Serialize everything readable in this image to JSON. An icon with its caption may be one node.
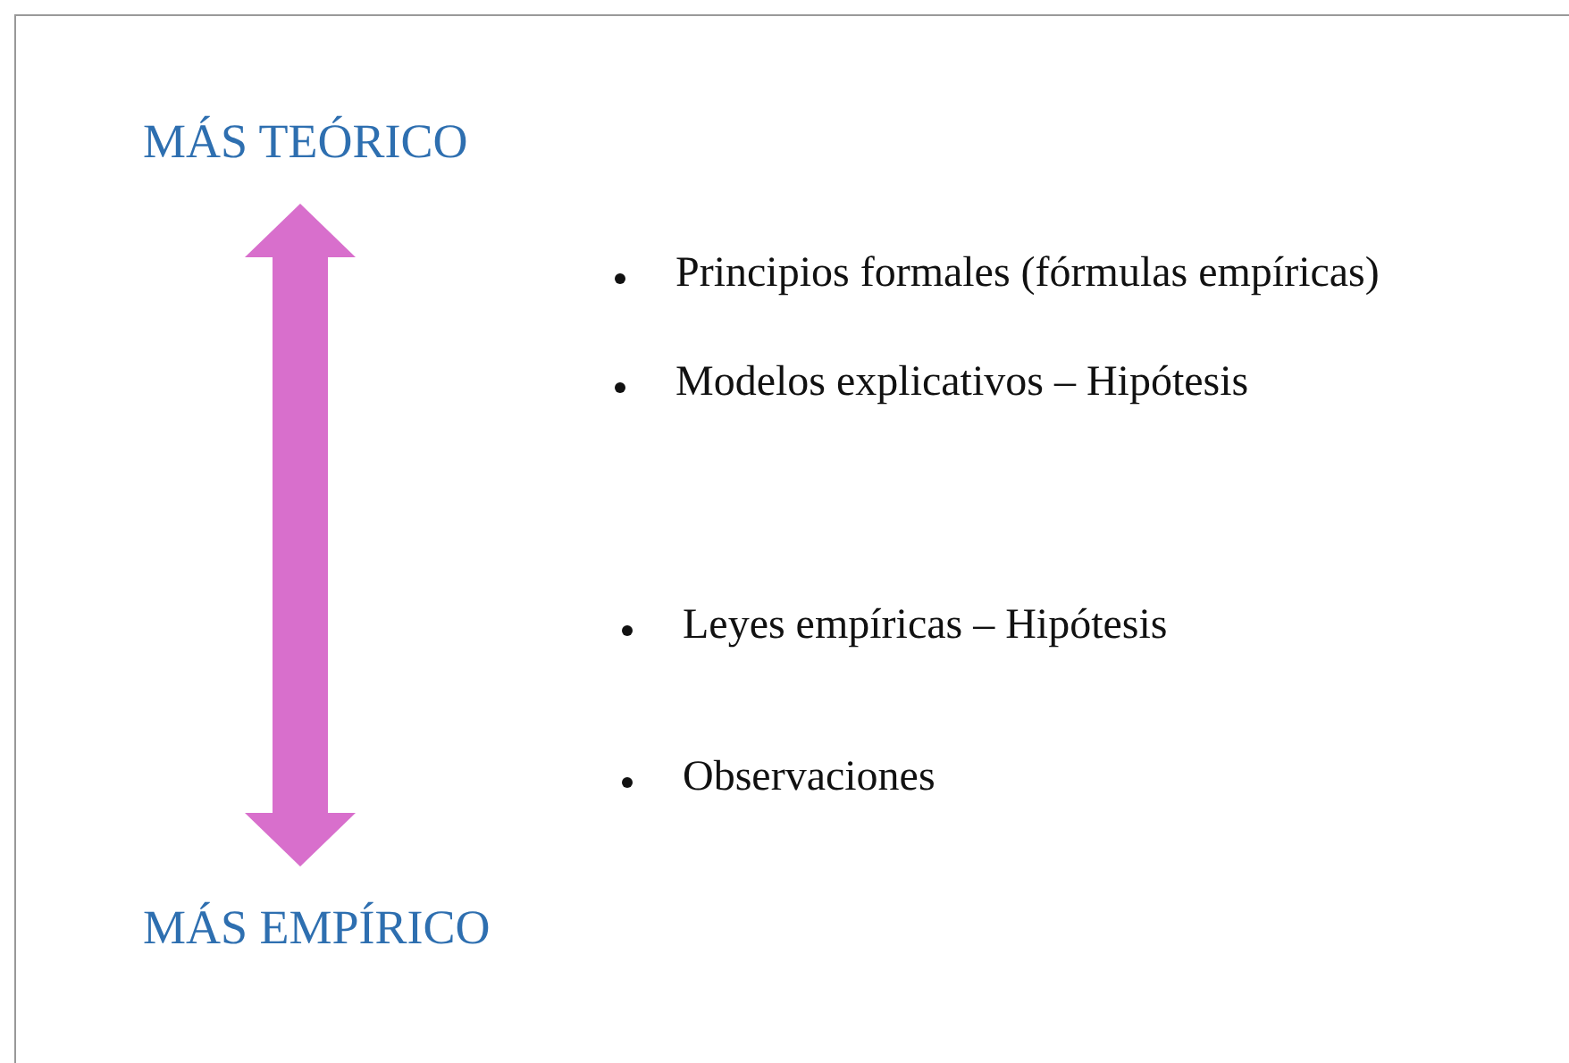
{
  "diagram": {
    "nodes": [
      {
        "text": [
          "MÁS TEÓRICO"
        ]
      },
      {
        "text": [
          "MÁS EMPÍRICO"
        ]
      }
    ],
    "edges": [
      {
        "from": 0,
        "to": 1,
        "arrow": "both",
        "color": "#d86fcc"
      }
    ],
    "labels": [
      "Principios formales (fórmulas empíricas)",
      "Modelos explicativos – Hipótesis",
      "Leyes empíricas – Hipótesis",
      "Observaciones"
    ]
  }
}
